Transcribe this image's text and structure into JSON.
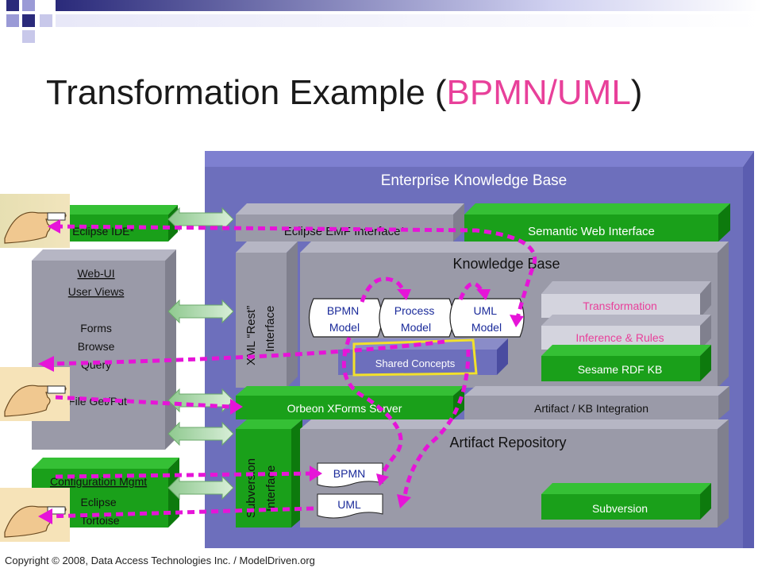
{
  "slide": {
    "title_prefix": "Transformation Example (",
    "title_highlight": "BPMN/UML",
    "title_suffix": ")",
    "copyright": "Copyright © 2008, Data Access Technologies Inc. / ModelDriven.org"
  },
  "diagram": {
    "enterprise_kb": "Enterprise Knowledge Base",
    "eclipse_ide": "Eclipse IDE*",
    "eclipse_emf": "Eclipse EMF Interface*",
    "semantic_web": "Semantic Web Interface",
    "webui": [
      "Web-UI",
      "User Views",
      "",
      "Forms",
      "Browse",
      "Query",
      "",
      "File Get/Put"
    ],
    "xml_rest": [
      "XML “Rest”",
      "Interface"
    ],
    "knowledge_base": "Knowledge Base",
    "bpmn_model": [
      "BPMN",
      "Model"
    ],
    "process_model": [
      "Process",
      "Model"
    ],
    "uml_model": [
      "UML",
      "Model"
    ],
    "shared_concepts": "Shared Concepts",
    "transformation": "Transformation",
    "inference_rules": "Inference & Rules",
    "sesame": "Sesame RDF KB",
    "orbeon": "Orbeon XForms Server",
    "artifact_kb": "Artifact / KB Integration",
    "artifact_repo": "Artifact Repository",
    "subversion_interface": [
      "Subversion",
      "Interface"
    ],
    "bpmn_doc": "BPMN",
    "uml_doc": "UML",
    "subversion": "Subversion",
    "config_mgmt": [
      "Configuration Mgmt",
      "Eclipse",
      "Tortoise"
    ]
  },
  "colors": {
    "kb_blue": "#6d6fbc",
    "green": "#1aa01a",
    "grey_box": "#9a9aa8",
    "magenta": "#e614d8",
    "pink_text": "#e8409a"
  }
}
